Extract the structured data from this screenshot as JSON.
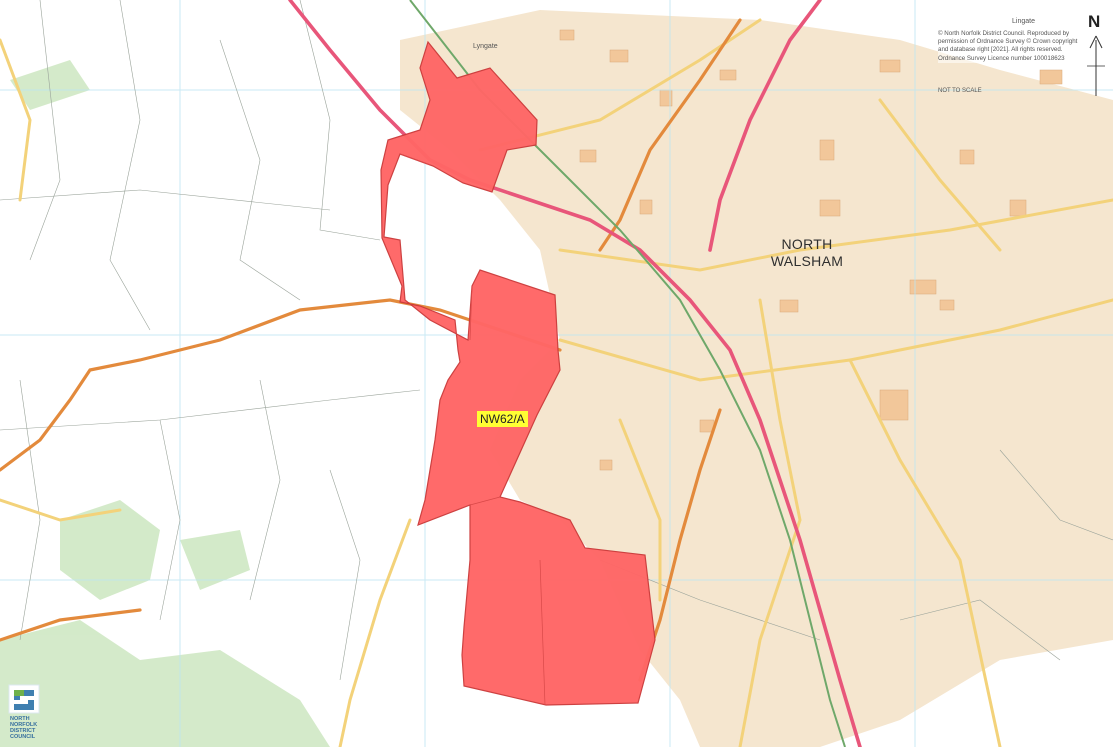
{
  "map": {
    "town_name": "NORTH\nWALSHAM",
    "site_label": "NW62/A",
    "village_label": "Lyngate",
    "copyright": "© North Norfolk District Council. Reproduced by permission of Ordnance Survey © Crown copyright and database right [2021]. All rights reserved. Ordnance Survey Licence number 100018623",
    "scale_note": "NOT TO SCALE",
    "north_letter": "N",
    "place_labels": [
      "Lingate",
      "Lyngate"
    ],
    "colors": {
      "site_fill": "#ff6666",
      "site_stroke": "#cc3b3b",
      "road_a": "#e8567a",
      "road_b": "#e38a3c",
      "road_minor": "#f3d27a",
      "urban": "#f5e6cf",
      "woodland": "#cfe8c4",
      "grid": "#bde6f2"
    }
  },
  "logo": {
    "text": "NORTH\nNORFOLK\nDISTRICT\nCOUNCIL"
  }
}
